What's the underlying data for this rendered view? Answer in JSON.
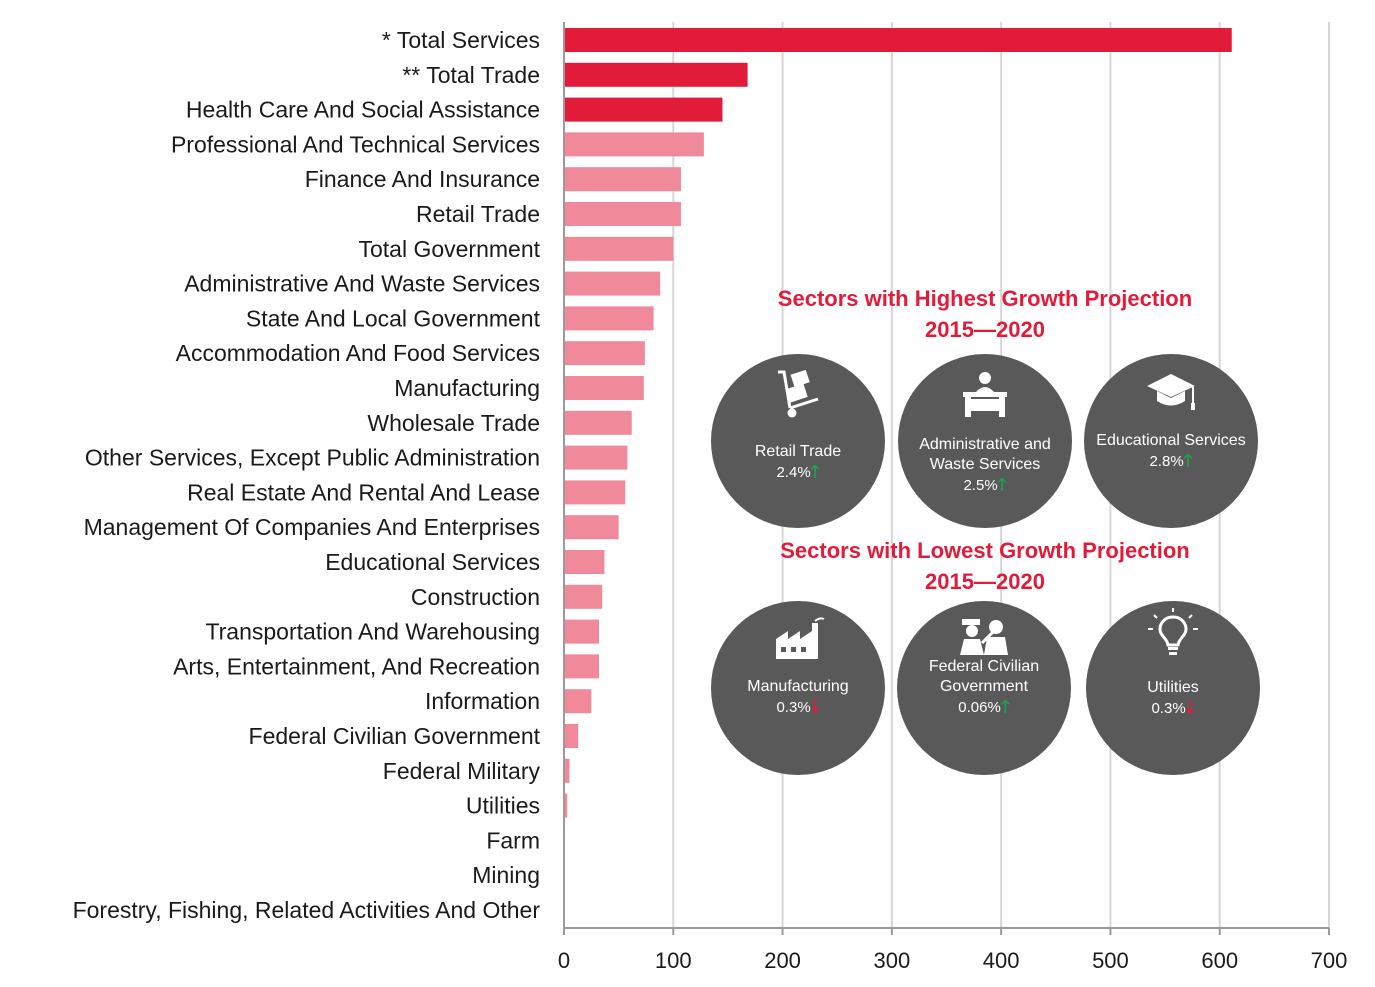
{
  "colors": {
    "highlight": "#e31b3b",
    "bar": "#f08a9a",
    "circle": "#595959",
    "up": "#1aa34a",
    "down": "#e31b3b"
  },
  "chart_data": {
    "type": "bar",
    "orientation": "horizontal",
    "title": "",
    "xlabel": "",
    "ylabel": "",
    "xlim": [
      0,
      700
    ],
    "ticks": [
      0,
      100,
      200,
      300,
      400,
      500,
      600,
      700
    ],
    "grid": true,
    "categories": [
      "*   Total Services",
      "** Total Trade",
      "Health Care And Social Assistance",
      "Professional And Technical Services",
      "Finance And Insurance",
      "Retail Trade",
      "Total Government",
      "Administrative And Waste Services",
      "State And Local Government",
      "Accommodation And Food Services",
      "Manufacturing",
      "Wholesale Trade",
      "Other Services, Except Public Administration",
      "Real Estate And Rental And Lease",
      "Management Of Companies And Enterprises",
      "Educational Services",
      "Construction",
      "Transportation And Warehousing",
      "Arts, Entertainment, And Recreation",
      "Information",
      "Federal Civilian Government",
      "Federal Military",
      "Utilities",
      "Farm",
      "Mining",
      "Forestry, Fishing, Related Activities And Other"
    ],
    "values": [
      611,
      168,
      145,
      128,
      107,
      107,
      100,
      88,
      82,
      74,
      73,
      62,
      58,
      56,
      50,
      37,
      35,
      32,
      32,
      25,
      13,
      5,
      3,
      0,
      0,
      0
    ],
    "highlighted": [
      true,
      true,
      true,
      false,
      false,
      false,
      false,
      false,
      false,
      false,
      false,
      false,
      false,
      false,
      false,
      false,
      false,
      false,
      false,
      false,
      false,
      false,
      false,
      false,
      false,
      false
    ]
  },
  "panels": {
    "highest": {
      "title_line1": "Sectors with Highest Growth Projection",
      "title_line2": "2015—2020",
      "items": [
        {
          "name": "Retail Trade",
          "pct": "2.4%",
          "dir": "up",
          "icon": "hand-truck-icon"
        },
        {
          "name": "Administrative and Waste Services",
          "pct": "2.5%",
          "dir": "up",
          "icon": "office-desk-icon"
        },
        {
          "name": "Educational Services",
          "pct": "2.8%",
          "dir": "up",
          "icon": "graduation-cap-icon"
        }
      ]
    },
    "lowest": {
      "title_line1": "Sectors with Lowest Growth Projection",
      "title_line2": "2015—2020",
      "items": [
        {
          "name": "Manufacturing",
          "pct": "0.3%",
          "dir": "down",
          "icon": "factory-icon"
        },
        {
          "name": "Federal Civilian Government",
          "pct": "0.06%",
          "dir": "up",
          "icon": "officials-icon"
        },
        {
          "name": "Utilities",
          "pct": "0.3%",
          "dir": "down",
          "icon": "lightbulb-icon"
        }
      ]
    }
  }
}
